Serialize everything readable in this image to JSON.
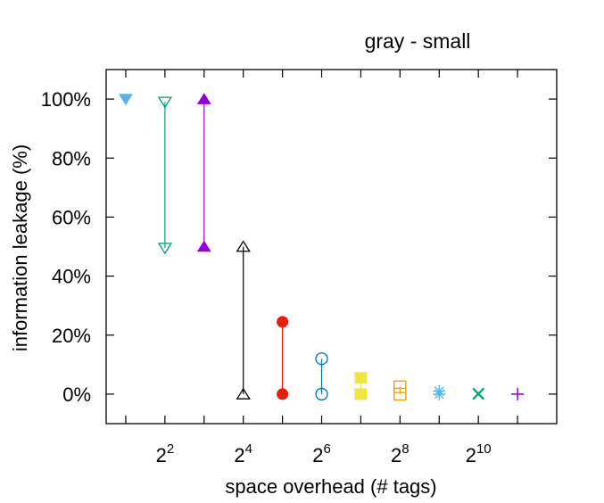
{
  "chart_data": {
    "type": "scatter",
    "title": "gray - small",
    "xlabel": "space overhead (# tags)",
    "ylabel": "information leakage (%)",
    "x_scale": "log2",
    "xlim": [
      0.5,
      12
    ],
    "ylim": [
      -10,
      110
    ],
    "x_ticks": [
      {
        "exp": 2,
        "base": "2",
        "sup": "2"
      },
      {
        "exp": 4,
        "base": "2",
        "sup": "4"
      },
      {
        "exp": 6,
        "base": "2",
        "sup": "6"
      },
      {
        "exp": 8,
        "base": "2",
        "sup": "8"
      },
      {
        "exp": 10,
        "base": "2",
        "sup": "10"
      }
    ],
    "y_ticks": [
      {
        "value": 0,
        "label": "0%"
      },
      {
        "value": 20,
        "label": "20%"
      },
      {
        "value": 40,
        "label": "40%"
      },
      {
        "value": 60,
        "label": "60%"
      },
      {
        "value": 80,
        "label": "80%"
      },
      {
        "value": 100,
        "label": "100%"
      }
    ],
    "grid": false,
    "series": [
      {
        "x_exp": 1,
        "y": [
          100,
          100
        ],
        "marker": "filled-triangle-down",
        "color": "#56b4e9"
      },
      {
        "x_exp": 2,
        "y": [
          49.5,
          99
        ],
        "marker": "open-triangle-down",
        "color": "#009e73"
      },
      {
        "x_exp": 3,
        "y": [
          50,
          100
        ],
        "marker": "filled-triangle-up",
        "color": "#9400d3"
      },
      {
        "x_exp": 4,
        "y": [
          0,
          50
        ],
        "marker": "open-triangle-up",
        "color": "#000000"
      },
      {
        "x_exp": 5,
        "y": [
          0,
          24.5
        ],
        "marker": "filled-circle",
        "color": "#e51e10"
      },
      {
        "x_exp": 6,
        "y": [
          0,
          12
        ],
        "marker": "open-circle",
        "color": "#0072b2"
      },
      {
        "x_exp": 7,
        "y": [
          0,
          5.5
        ],
        "marker": "filled-square",
        "color": "#f0e442"
      },
      {
        "x_exp": 8,
        "y": [
          0,
          2.5
        ],
        "marker": "open-square",
        "color": "#e69f00"
      },
      {
        "x_exp": 9,
        "y": [
          0,
          1
        ],
        "marker": "star",
        "color": "#56b4e9"
      },
      {
        "x_exp": 10,
        "y": [
          0,
          0.2
        ],
        "marker": "cross",
        "color": "#009e73"
      },
      {
        "x_exp": 11,
        "y": [
          0,
          0
        ],
        "marker": "plus",
        "color": "#9400d3"
      }
    ]
  }
}
